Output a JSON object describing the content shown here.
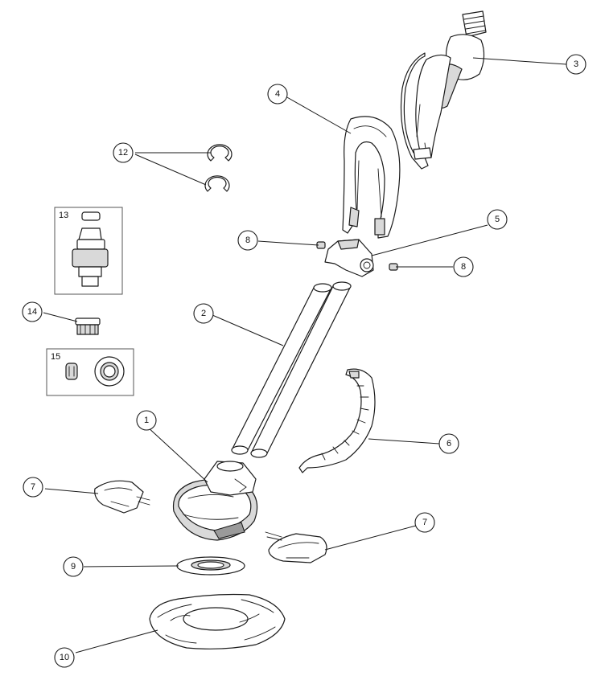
{
  "diagram": {
    "kind": "exploded parts diagram",
    "colors": {
      "line": "#1a1a1a",
      "shade": "#d9d9d9",
      "background": "#ffffff"
    },
    "callouts": [
      {
        "id": "c1",
        "label": "1"
      },
      {
        "id": "c2",
        "label": "2"
      },
      {
        "id": "c3",
        "label": "3"
      },
      {
        "id": "c4",
        "label": "4"
      },
      {
        "id": "c5",
        "label": "5"
      },
      {
        "id": "c6",
        "label": "6"
      },
      {
        "id": "c7a",
        "label": "7"
      },
      {
        "id": "c7b",
        "label": "7"
      },
      {
        "id": "c8a",
        "label": "8"
      },
      {
        "id": "c8b",
        "label": "8"
      },
      {
        "id": "c9",
        "label": "9"
      },
      {
        "id": "c10",
        "label": "10"
      },
      {
        "id": "c12",
        "label": "12"
      },
      {
        "id": "c14",
        "label": "14"
      }
    ],
    "boxes": [
      {
        "id": "b13",
        "label": "13"
      },
      {
        "id": "b15",
        "label": "15"
      }
    ]
  }
}
